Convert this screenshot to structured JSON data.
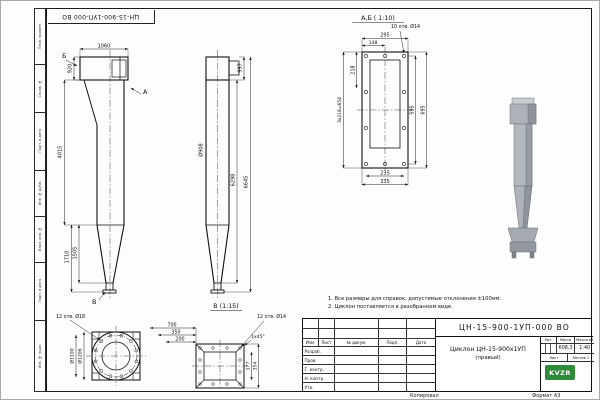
{
  "sheet": {
    "stamp_top": "ЦН-15-900-1УП-000 ВО",
    "footer_copy": "Копировал",
    "footer_format": "Формат А3",
    "margins": [
      {
        "label": "Перв. примен."
      },
      {
        "label": "Справ. №"
      },
      {
        "label": "Подп. и дата"
      },
      {
        "label": "Инв. № дубл."
      },
      {
        "label": "Взам. инв. №"
      },
      {
        "label": "Подп. и дата"
      },
      {
        "label": "Инв. № подл."
      }
    ]
  },
  "notes": {
    "n1": "1. Все размеры для справок, допустимые отклонения ±100мм.",
    "n2": "2. Циклон поставляется в разобранном виде."
  },
  "front_view": {
    "dim_1060": "1060",
    "dim_920": "920",
    "dim_4015": "4015",
    "dim_1710": "1710",
    "dim_1505": "1505",
    "arrow_a": "А",
    "arrow_b": "Б",
    "arrow_v": "В"
  },
  "side_view": {
    "dim_997": "997",
    "dim_6298": "6298",
    "dim_6645": "6645",
    "dim_d908": "Ø908"
  },
  "view_ab": {
    "label": "А,Б ( 1:10)",
    "holes_note": "10 отв. Ø14",
    "dim_295": "295",
    "dim_148": "148",
    "dim_218": "218",
    "dim_pitch": "3x218=654",
    "dim_595": "595",
    "dim_695": "695",
    "dim_235": "235",
    "dim_335": "335"
  },
  "view_v": {
    "label": "В (1:15)",
    "holes_note_circle": "12 отв. Ø18",
    "holes_note_square": "12 отв. Ø14",
    "dim_d1206": "Ø1206",
    "dim_d1100": "Ø1100",
    "dim_700": "700",
    "dim_350": "350",
    "dim_200": "200",
    "dim_chamfer": "1x45°",
    "dim_177": "177",
    "dim_354": "354"
  },
  "title_block": {
    "doc_number": "ЦН-15-900-1УП-000 ВО",
    "product_title": "Циклон ЦН-15-900х1УП",
    "product_subtitle": "(правый)",
    "header_cols": {
      "izm": "Изм.",
      "list": "Лист",
      "doc": "№ докум.",
      "podp": "Подп.",
      "data": "Дата"
    },
    "rows": {
      "r1": "Разраб.",
      "r2": "Пров.",
      "r3": "Т. контр.",
      "r4": "Н. контр.",
      "r5": "Утв."
    },
    "lit_label": "Лит.",
    "mass_label": "Масса",
    "scale_label": "Масштаб",
    "mass_value": "608,3",
    "scale_value": "1:40",
    "sheet_label": "Лист",
    "sheets_label": "Листов",
    "sheets_value": "1",
    "logo_text": "KVZR"
  }
}
